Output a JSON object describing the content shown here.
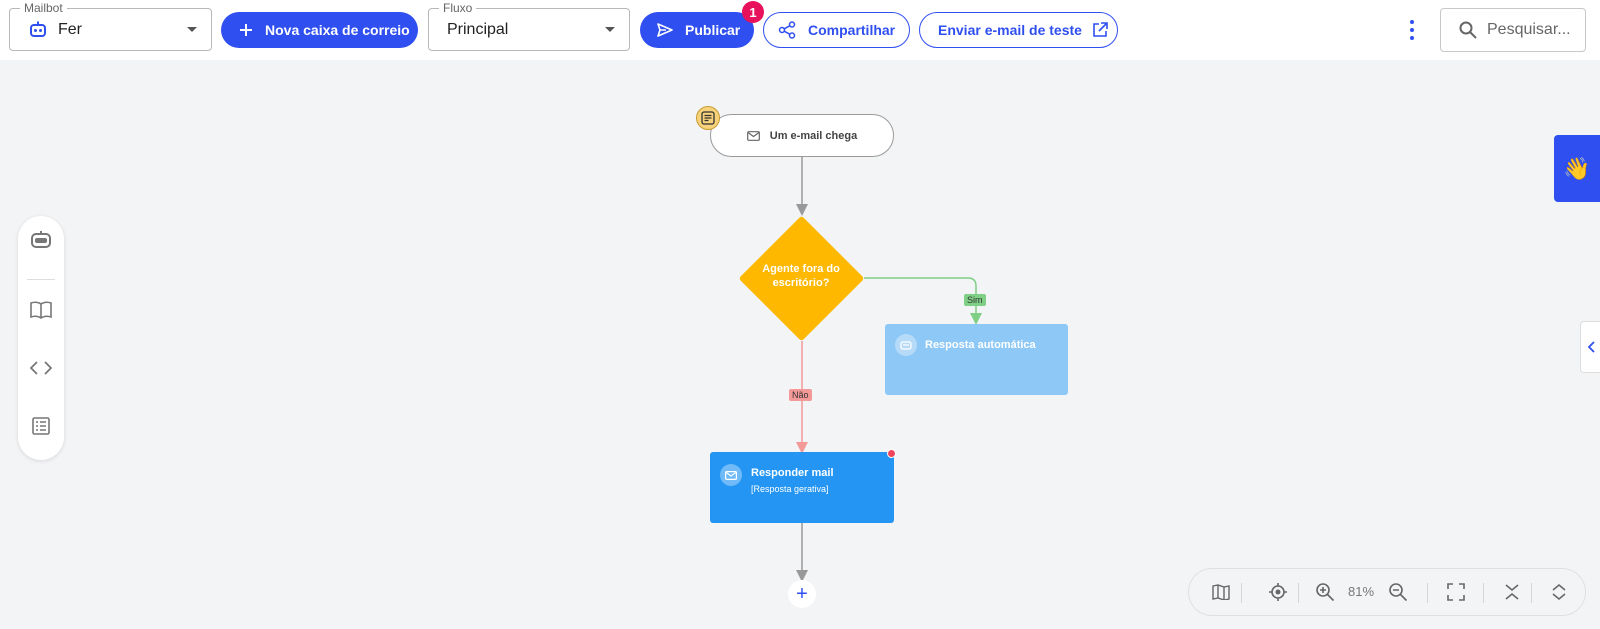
{
  "topbar": {
    "mailbot": {
      "legend": "Mailbot",
      "value": "Fer"
    },
    "new_mailbox_label": "Nova caixa de correio",
    "flow": {
      "legend": "Fluxo",
      "value": "Principal"
    },
    "publish_label": "Publicar",
    "publish_badge": "1",
    "share_label": "Compartilhar",
    "test_email_label": "Enviar e-mail de teste",
    "search_placeholder": "Pesquisar..."
  },
  "colors": {
    "accent": "#2f4ff0",
    "decision": "#ffb800",
    "auto_reply_node": "#8ec8f6",
    "reply_node": "#2495f3",
    "badge": "#e8115b",
    "yes_edge": "#7fcf85",
    "no_edge": "#f39a98"
  },
  "left_toolbar": {
    "icons": [
      "bot-icon",
      "book-icon",
      "code-icon",
      "list-icon"
    ]
  },
  "flow": {
    "trigger": {
      "label": "Um e-mail chega",
      "icon": "mail-icon"
    },
    "decision": {
      "label": "Agente fora do escritório?"
    },
    "yes_label": "Sim",
    "no_label": "Não",
    "auto_reply": {
      "title": "Resposta automática"
    },
    "reply": {
      "title": "Responder mail",
      "subtitle": "[Resposta gerativa]"
    },
    "add_label": "+"
  },
  "zoom": {
    "level": "81%"
  }
}
